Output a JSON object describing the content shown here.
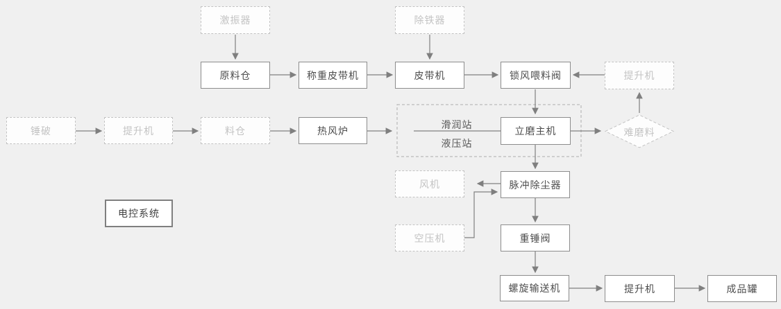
{
  "diagram": {
    "title": "vertical-mill-grinding-process-flowchart",
    "colors": {
      "background": "#f0f0f0",
      "node_background": "#ffffff",
      "solid_border": "#8c8c8c",
      "dashed_border": "#c2c2c2",
      "solid_text": "#4d4d4d",
      "ghost_text": "#c3c3c3",
      "line": "#7f7f7f"
    },
    "nodes": {
      "jizhenqi": "激振器",
      "chutieqi": "除铁器",
      "yuanliaocang": "原料仓",
      "chengzhongpidaiji": "称重皮带机",
      "pidaiji": "皮带机",
      "suofengweiliaofa": "锁风喂料阀",
      "tishengji_top": "提升机",
      "chuipo": "锤破",
      "tishengji_left": "提升机",
      "liaocang": "料仓",
      "refenglu": "热风炉",
      "limozhuji": "立磨主机",
      "huarunzhan": "滑润站",
      "yeyazhan": "液压站",
      "nanmoliao": "难磨料",
      "fengji": "风机",
      "maichongchuchenqi": "脉冲除尘器",
      "diankongxitong": "电控系统",
      "kongyaji": "空压机",
      "zhongchuifa": "重锤阀",
      "luoxuanshusongji": "螺旋输送机",
      "tishengji_bottom": "提升机",
      "chengpinguan": "成品罐"
    }
  }
}
